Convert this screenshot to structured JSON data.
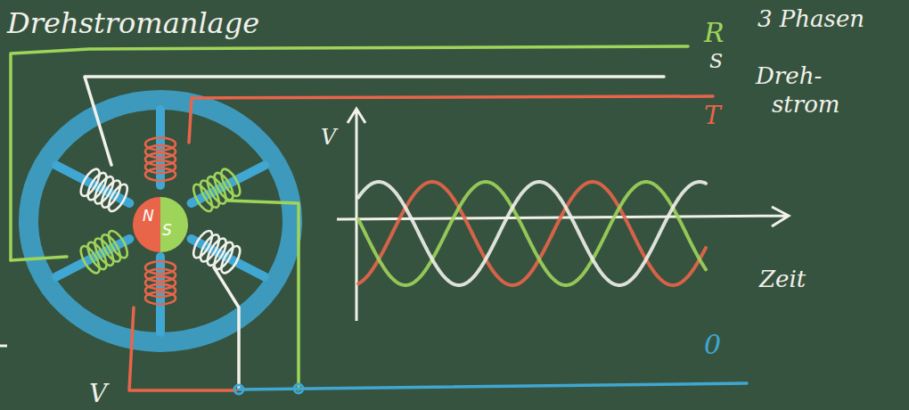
{
  "diagram": {
    "title": "Drehstromanlage",
    "nodes": [
      {
        "text": [
          "N",
          "S"
        ]
      }
    ],
    "labels": [
      "R",
      "S",
      "T",
      "3 Phasen",
      "Dreh-",
      "strom",
      "V",
      "Zeit",
      "0",
      "V"
    ]
  }
}
